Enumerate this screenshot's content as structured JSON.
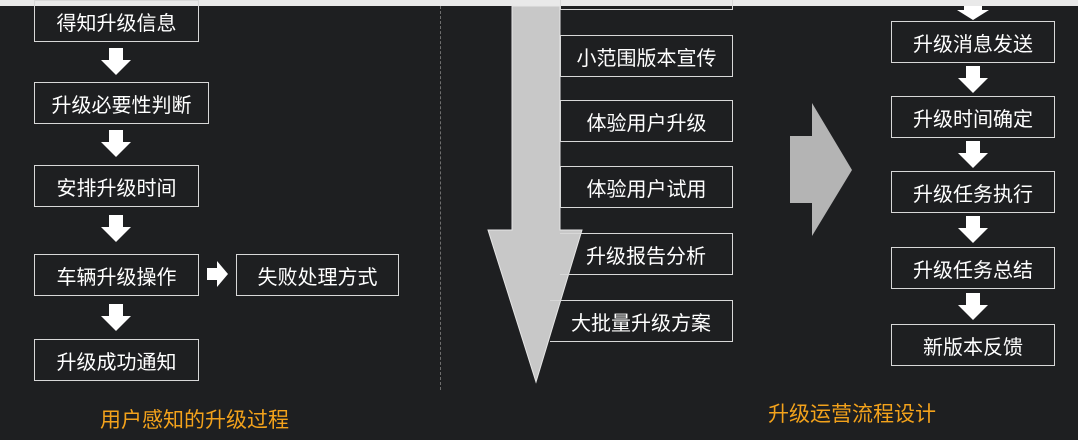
{
  "left_flow": {
    "steps": [
      "得知升级信息",
      "升级必要性判断",
      "安排升级时间",
      "车辆升级操作",
      "升级成功通知"
    ],
    "side_step": "失败处理方式",
    "caption": "用户感知的升级过程"
  },
  "middle_flow": {
    "steps": [
      "小范围版本宣传",
      "体验用户升级",
      "体验用户试用",
      "升级报告分析",
      "大批量升级方案"
    ]
  },
  "right_flow": {
    "steps": [
      "升级消息发送",
      "升级时间确定",
      "升级任务执行",
      "升级任务总结",
      "新版本反馈"
    ],
    "caption": "升级运营流程设计"
  },
  "colors": {
    "background": "#1e1f21",
    "box_border": "#d8d8d8",
    "text": "#ffffff",
    "caption": "#f3a21b",
    "big_arrow": "#c8c8c8"
  }
}
